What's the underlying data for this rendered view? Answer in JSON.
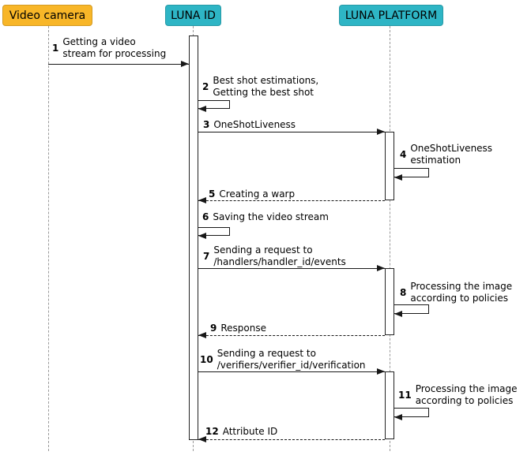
{
  "diagram": {
    "type": "sequence",
    "participants": [
      {
        "name": "Video camera",
        "color": "#F8B628"
      },
      {
        "name": "LUNA ID",
        "color": "#2EB5C5"
      },
      {
        "name": "LUNA PLATFORM",
        "color": "#2EB5C5"
      }
    ],
    "colors": {
      "arrow": "#181818",
      "lifeline": "#9a9a9a",
      "activation_fill": "#ffffff"
    },
    "messages": [
      {
        "num": "1",
        "from": "Video camera",
        "to": "LUNA ID",
        "kind": "solid",
        "lines": [
          "Getting a video",
          "stream for processing"
        ]
      },
      {
        "num": "2",
        "from": "LUNA ID",
        "to": "LUNA ID",
        "kind": "self",
        "lines": [
          "Best shot estimations,",
          "Getting the best shot"
        ]
      },
      {
        "num": "3",
        "from": "LUNA ID",
        "to": "LUNA PLATFORM",
        "kind": "solid",
        "lines": [
          "OneShotLiveness"
        ]
      },
      {
        "num": "4",
        "from": "LUNA PLATFORM",
        "to": "LUNA PLATFORM",
        "kind": "self",
        "lines": [
          "OneShotLiveness",
          "estimation"
        ]
      },
      {
        "num": "5",
        "from": "LUNA PLATFORM",
        "to": "LUNA ID",
        "kind": "dashed",
        "lines": [
          "Creating a warp"
        ]
      },
      {
        "num": "6",
        "from": "LUNA ID",
        "to": "LUNA ID",
        "kind": "self",
        "lines": [
          "Saving the video stream"
        ]
      },
      {
        "num": "7",
        "from": "LUNA ID",
        "to": "LUNA PLATFORM",
        "kind": "solid",
        "lines": [
          "Sending a request to",
          "/handlers/handler_id/events"
        ]
      },
      {
        "num": "8",
        "from": "LUNA PLATFORM",
        "to": "LUNA PLATFORM",
        "kind": "self",
        "lines": [
          "Processing the image",
          "according to policies"
        ]
      },
      {
        "num": "9",
        "from": "LUNA PLATFORM",
        "to": "LUNA ID",
        "kind": "dashed",
        "lines": [
          "Response"
        ]
      },
      {
        "num": "10",
        "from": "LUNA ID",
        "to": "LUNA PLATFORM",
        "kind": "solid",
        "lines": [
          "Sending a request to",
          "/verifiers/verifier_id/verification"
        ]
      },
      {
        "num": "11",
        "from": "LUNA PLATFORM",
        "to": "LUNA PLATFORM",
        "kind": "self",
        "lines": [
          "Processing the image",
          "according to policies"
        ]
      },
      {
        "num": "12",
        "from": "LUNA PLATFORM",
        "to": "LUNA ID",
        "kind": "dashed",
        "lines": [
          "Attribute ID"
        ]
      }
    ]
  }
}
